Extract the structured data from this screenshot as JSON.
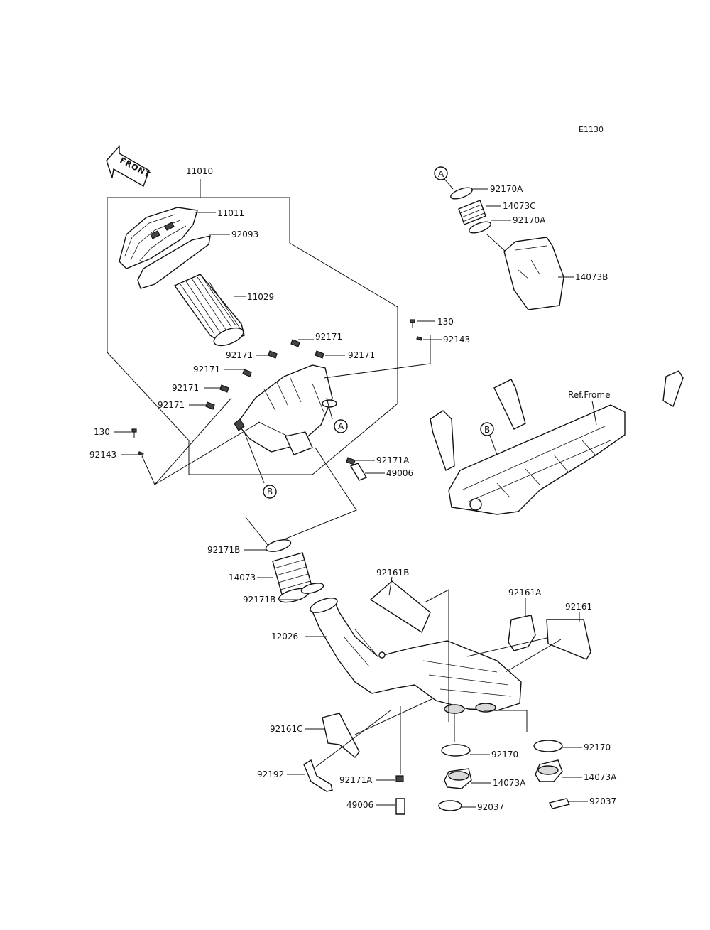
{
  "diagram": {
    "code": "E1130",
    "front_label": "FRONT",
    "ref_frame_label": "Ref.Frome",
    "refs": {
      "a": "A",
      "b": "B"
    },
    "labels": {
      "p11010": "11010",
      "p11011": "11011",
      "p92093": "92093",
      "p11029": "11029",
      "p92171_r1": "92171",
      "p92171_r2": "92171",
      "p92171_l1": "92171",
      "p92171_l2": "92171",
      "p92171_l3": "92171",
      "p92171_l4": "92171",
      "p130_l": "130",
      "p92143_l": "92143",
      "p130_r": "130",
      "p92143_r": "92143",
      "p92171A_u": "92171A",
      "p49006_u": "49006",
      "p92170A_1": "92170A",
      "p14073C": "14073C",
      "p92170A_2": "92170A",
      "p14073B": "14073B",
      "p92171B_1": "92171B",
      "p14073": "14073",
      "p92171B_2": "92171B",
      "p92161B": "92161B",
      "p92161A": "92161A",
      "p92161": "92161",
      "p12026": "12026",
      "p92161C": "92161C",
      "p92192": "92192",
      "p92171A_l": "92171A",
      "p49006_l": "49006",
      "p92170_m": "92170",
      "p14073A_m": "14073A",
      "p92037_m": "92037",
      "p92170_r": "92170",
      "p14073A_r": "14073A",
      "p92037_r": "92037"
    }
  }
}
